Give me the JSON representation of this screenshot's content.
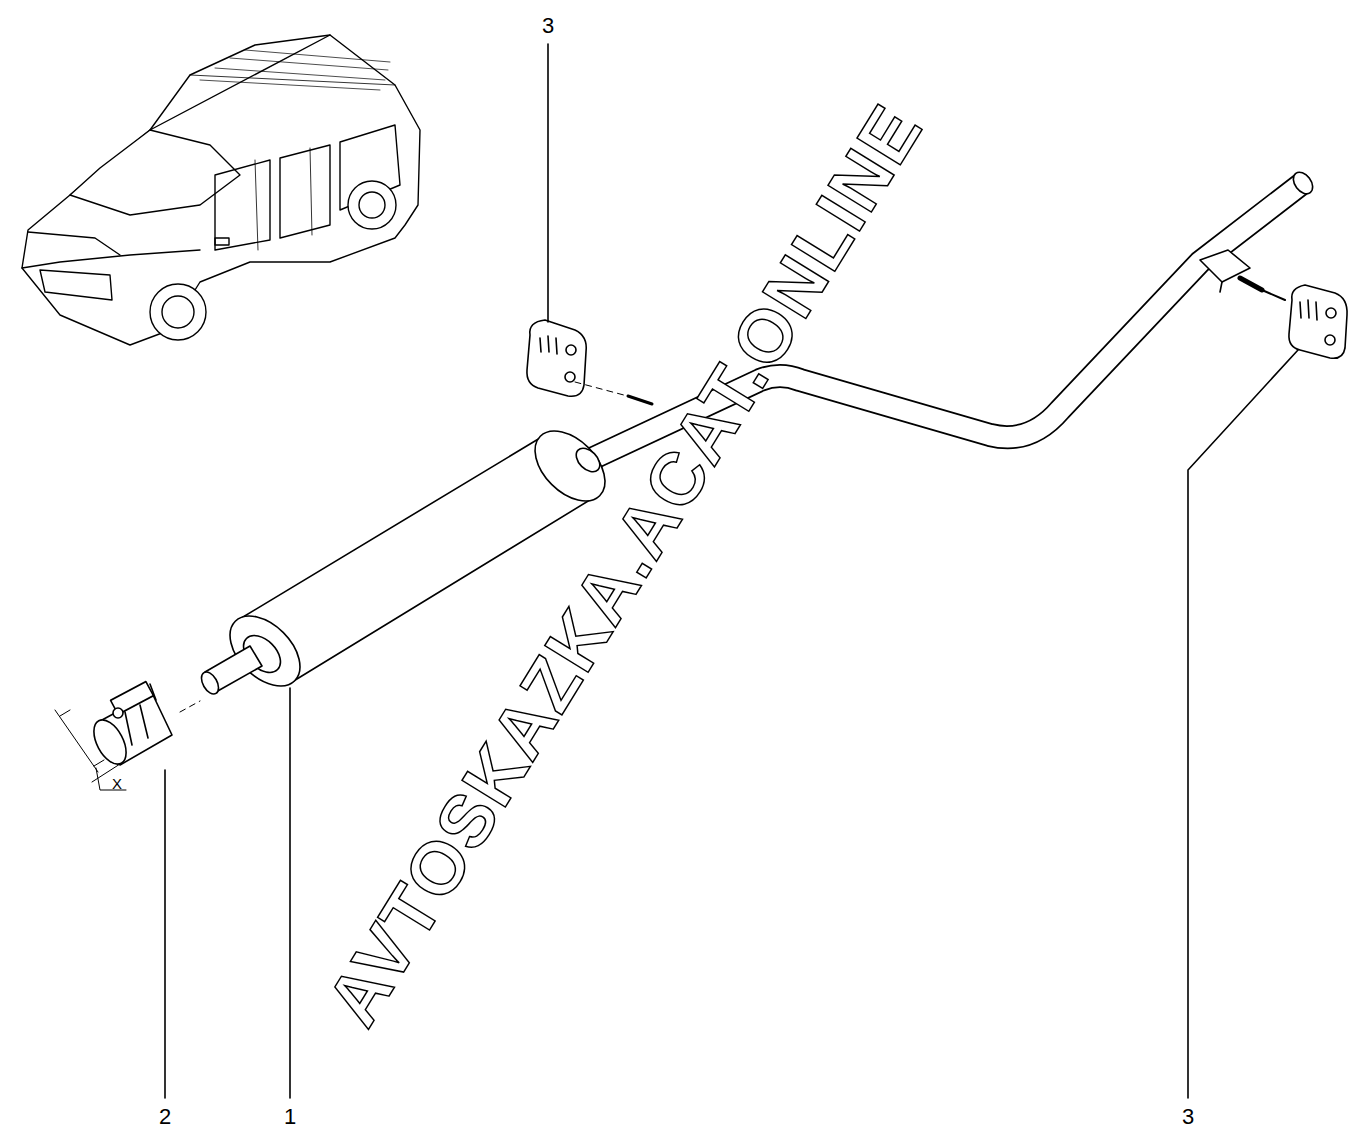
{
  "diagram": {
    "labels": [
      "3",
      "3",
      "2",
      "1",
      "X",
      "AVTOSKAZKA.ACAT.ONLINE"
    ]
  }
}
